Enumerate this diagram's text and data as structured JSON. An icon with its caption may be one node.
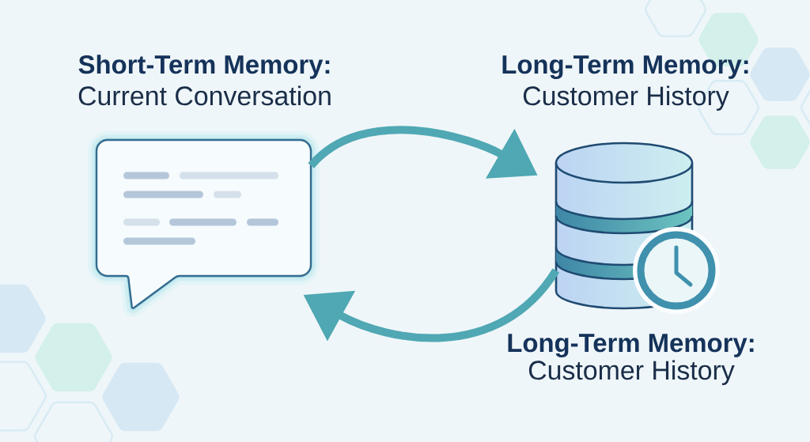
{
  "diagram": {
    "nodes": [
      {
        "text": [
          "Short-Term Memory:",
          "Current Conversation"
        ]
      },
      {
        "text": [
          "Long-Term Memory:",
          "Customer History"
        ],
        "beside": [
          "Long-Term Memory:",
          "Customer History"
        ]
      }
    ],
    "edges": [
      {
        "from": 0,
        "to": 1,
        "arrow": "to"
      },
      {
        "from": 1,
        "to": 0,
        "arrow": "to"
      }
    ]
  }
}
